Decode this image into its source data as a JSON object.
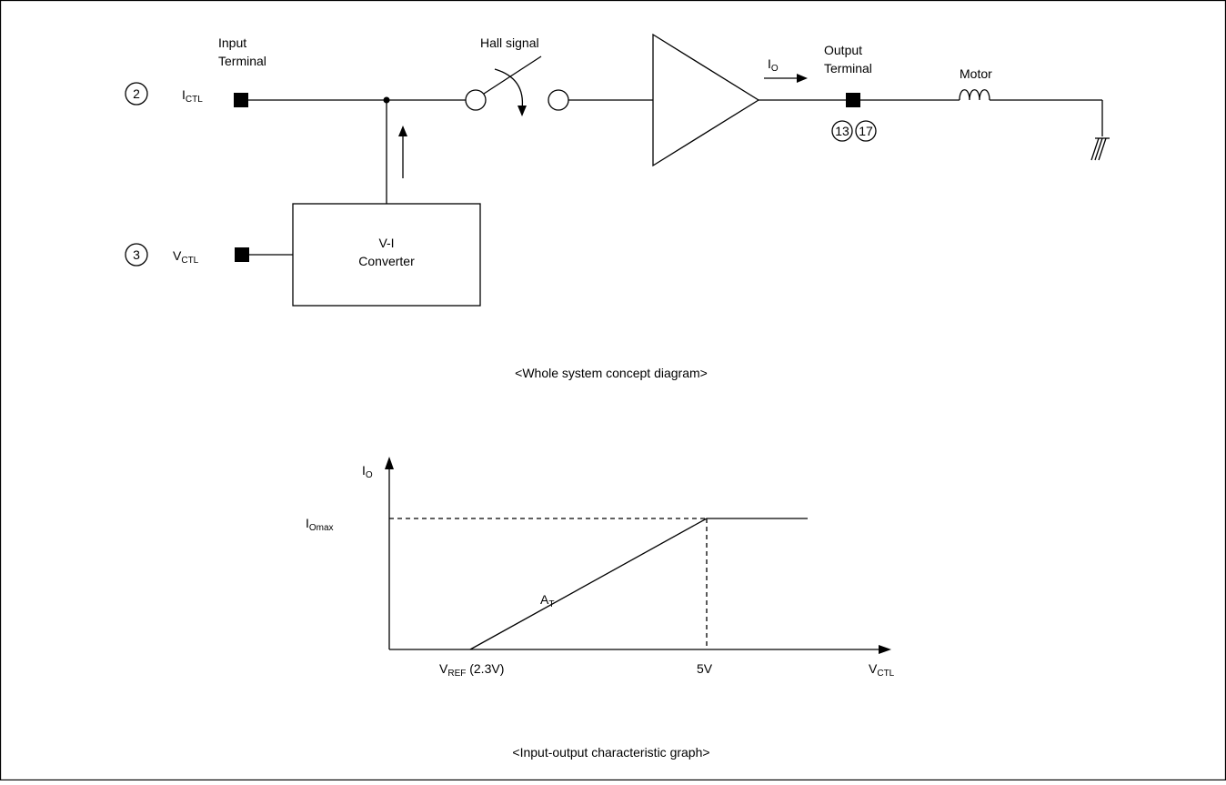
{
  "diagram": {
    "caption": "<Whole system concept diagram>",
    "pin_icTL": "2",
    "pin_vctl": "3",
    "pin_out_a": "13",
    "pin_out_b": "17",
    "input_terminal_line1": "Input",
    "input_terminal_line2": "Terminal",
    "ictl_main": "I",
    "ictl_sub": "CTL",
    "vctl_main": "V",
    "vctl_sub": "CTL",
    "hall_signal": "Hall signal",
    "io_main": "I",
    "io_sub": "O",
    "output_terminal_line1": "Output",
    "output_terminal_line2": "Terminal",
    "motor": "Motor",
    "vi_converter_line1": "V-I",
    "vi_converter_line2": "Converter"
  },
  "graph": {
    "caption": "<Input-output characteristic graph>",
    "y_axis_main": "I",
    "y_axis_sub": "O",
    "x_axis_main": "V",
    "x_axis_sub": "CTL",
    "iomax_main": "I",
    "iomax_sub": "Omax",
    "slope_main": "A",
    "slope_sub": "T",
    "vref_main": "V",
    "vref_sub": "REF",
    "vref_value": " (2.3V)",
    "five_v": "5V"
  }
}
